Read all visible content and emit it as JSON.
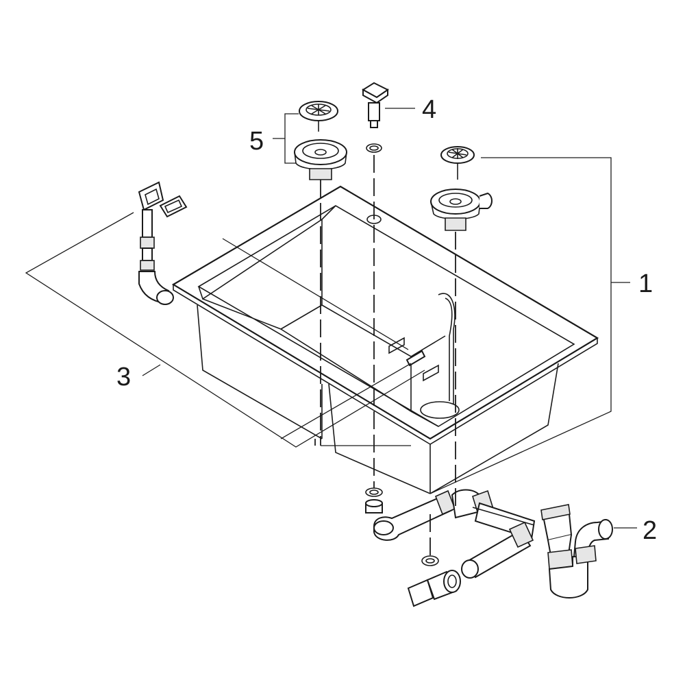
{
  "callouts": {
    "c1": "1",
    "c2": "2",
    "c3": "3",
    "c4": "4",
    "c5": "5"
  },
  "colors": {
    "line": "#1a1a1a",
    "background": "#ffffff",
    "shade": "#e6e6e6"
  }
}
